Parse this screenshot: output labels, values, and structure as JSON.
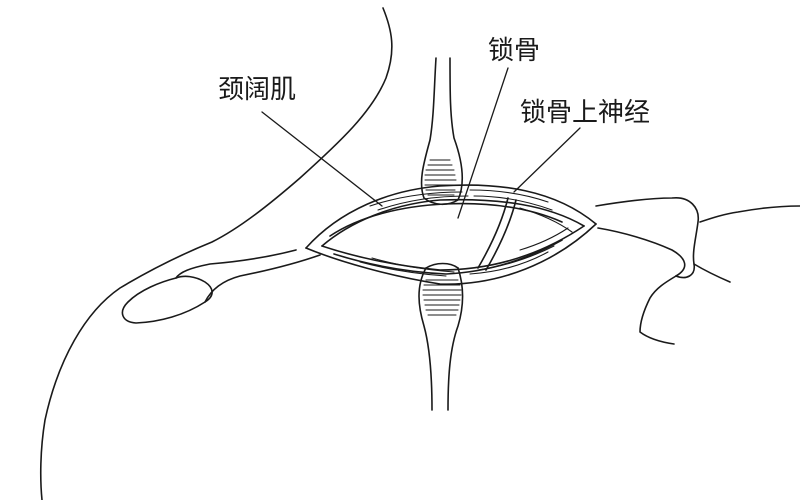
{
  "labels": {
    "platysma": "颈阔肌",
    "clavicle": "锁骨",
    "supraclavicular_nerve": "锁骨上神经"
  },
  "colors": {
    "line": "#1a1a1a",
    "background": "#ffffff"
  }
}
